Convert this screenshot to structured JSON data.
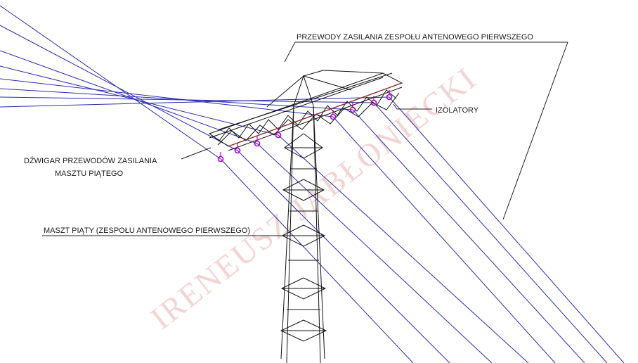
{
  "diagram": {
    "labels": {
      "feed_lines": "PRZEWODY ZASILANIA ZESPOŁU ANTENOWEGO PIERWSZEGO",
      "insulators": "IZOLATORY",
      "girder_line1": "DŹWIGAR PRZEWODÓW ZASILANIA",
      "girder_line2": "MASZTU PIĄTEGO",
      "mast": "MASZT PIĄTY (ZESPOŁU ANTENOWEGO PIERWSZEGO)"
    },
    "watermark": "IRENEUSZ JABŁONIECKI",
    "colors": {
      "wire": "#2b2bb5",
      "insulator": "#b400c8",
      "structure": "#111111",
      "watermark": "#e8b4b0",
      "girder_beam": "#8b2a2a"
    }
  }
}
